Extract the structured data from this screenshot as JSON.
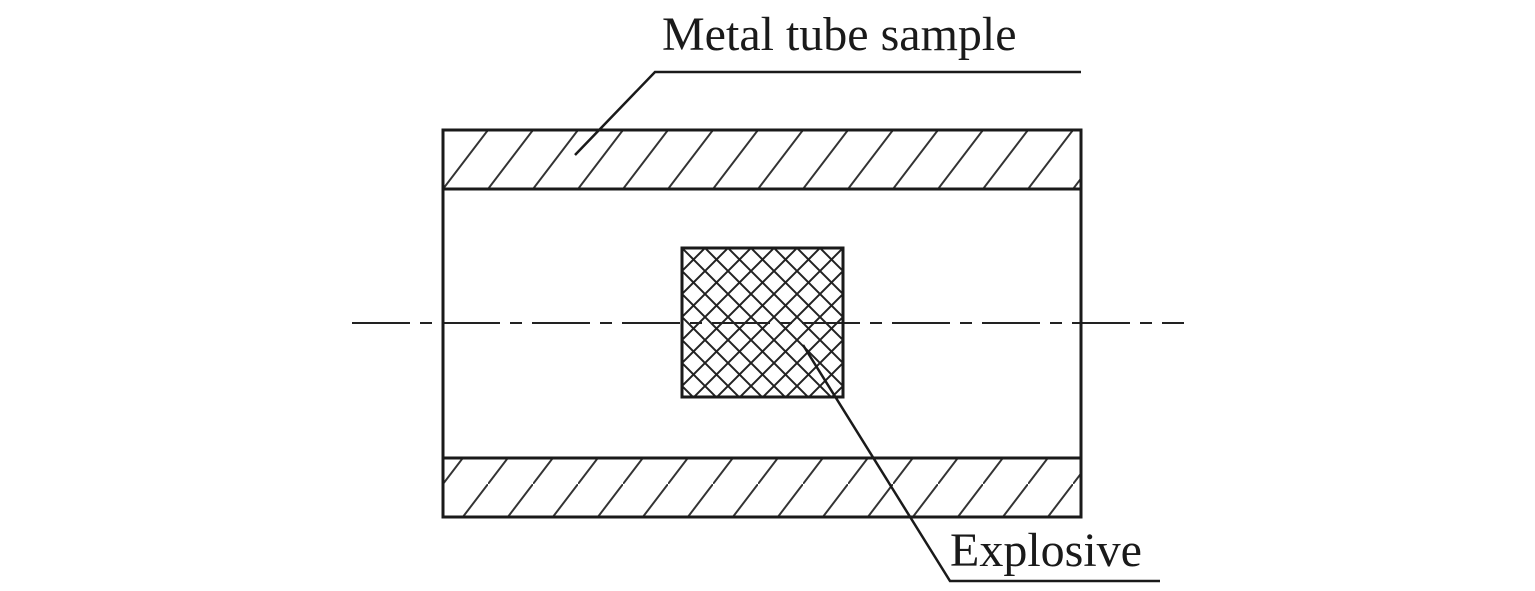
{
  "diagram": {
    "type": "cross-section schematic",
    "labels": {
      "tube": "Metal tube sample",
      "explosive": "Explosive"
    },
    "components": [
      {
        "name": "metal-tube-wall-top",
        "fill": "diagonal hatch"
      },
      {
        "name": "metal-tube-wall-bottom",
        "fill": "diagonal hatch"
      },
      {
        "name": "explosive-charge",
        "fill": "cross hatch"
      },
      {
        "name": "center-axis",
        "style": "dash-dot"
      }
    ],
    "colors": {
      "line": "#1a1a1a",
      "background": "#ffffff"
    }
  }
}
